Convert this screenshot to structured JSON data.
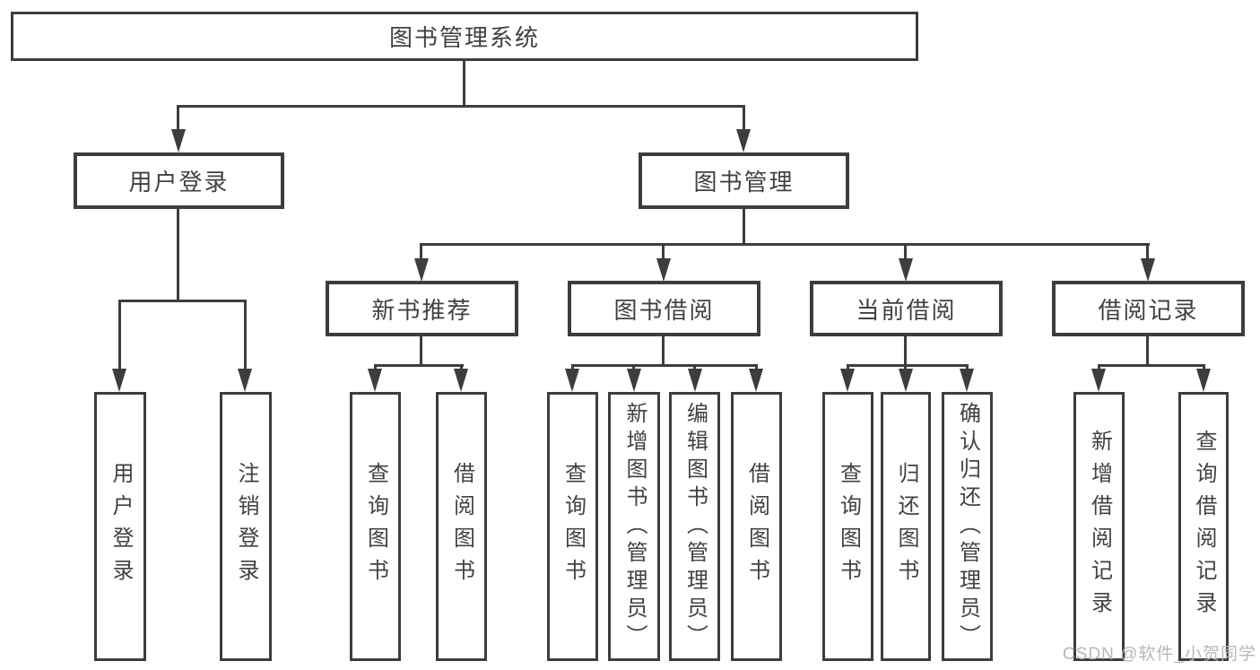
{
  "title": "图书管理系统",
  "watermark": "CSDN @软件_小贺同学",
  "colors": {
    "line": "#3d3d3d",
    "box_border": "#3d3d3d",
    "text": "#3f4245",
    "watermark": "#b3b8bd",
    "background": "#ffffff"
  },
  "tree": {
    "label": "图书管理系统",
    "children": [
      {
        "label": "用户登录",
        "children": [
          {
            "label": "用户登录"
          },
          {
            "label": "注销登录"
          }
        ]
      },
      {
        "label": "图书管理",
        "children": [
          {
            "label": "新书推荐",
            "children": [
              {
                "label": "查询图书"
              },
              {
                "label": "借阅图书"
              }
            ]
          },
          {
            "label": "图书借阅",
            "children": [
              {
                "label": "查询图书"
              },
              {
                "label": "新增图书（管理员）"
              },
              {
                "label": "编辑图书（管理员）"
              },
              {
                "label": "借阅图书"
              }
            ]
          },
          {
            "label": "当前借阅",
            "children": [
              {
                "label": "查询图书"
              },
              {
                "label": "归还图书"
              },
              {
                "label": "确认归还（管理员）"
              }
            ]
          },
          {
            "label": "借阅记录",
            "children": [
              {
                "label": "新增借阅记录"
              },
              {
                "label": "查询借阅记录"
              }
            ]
          }
        ]
      }
    ]
  }
}
